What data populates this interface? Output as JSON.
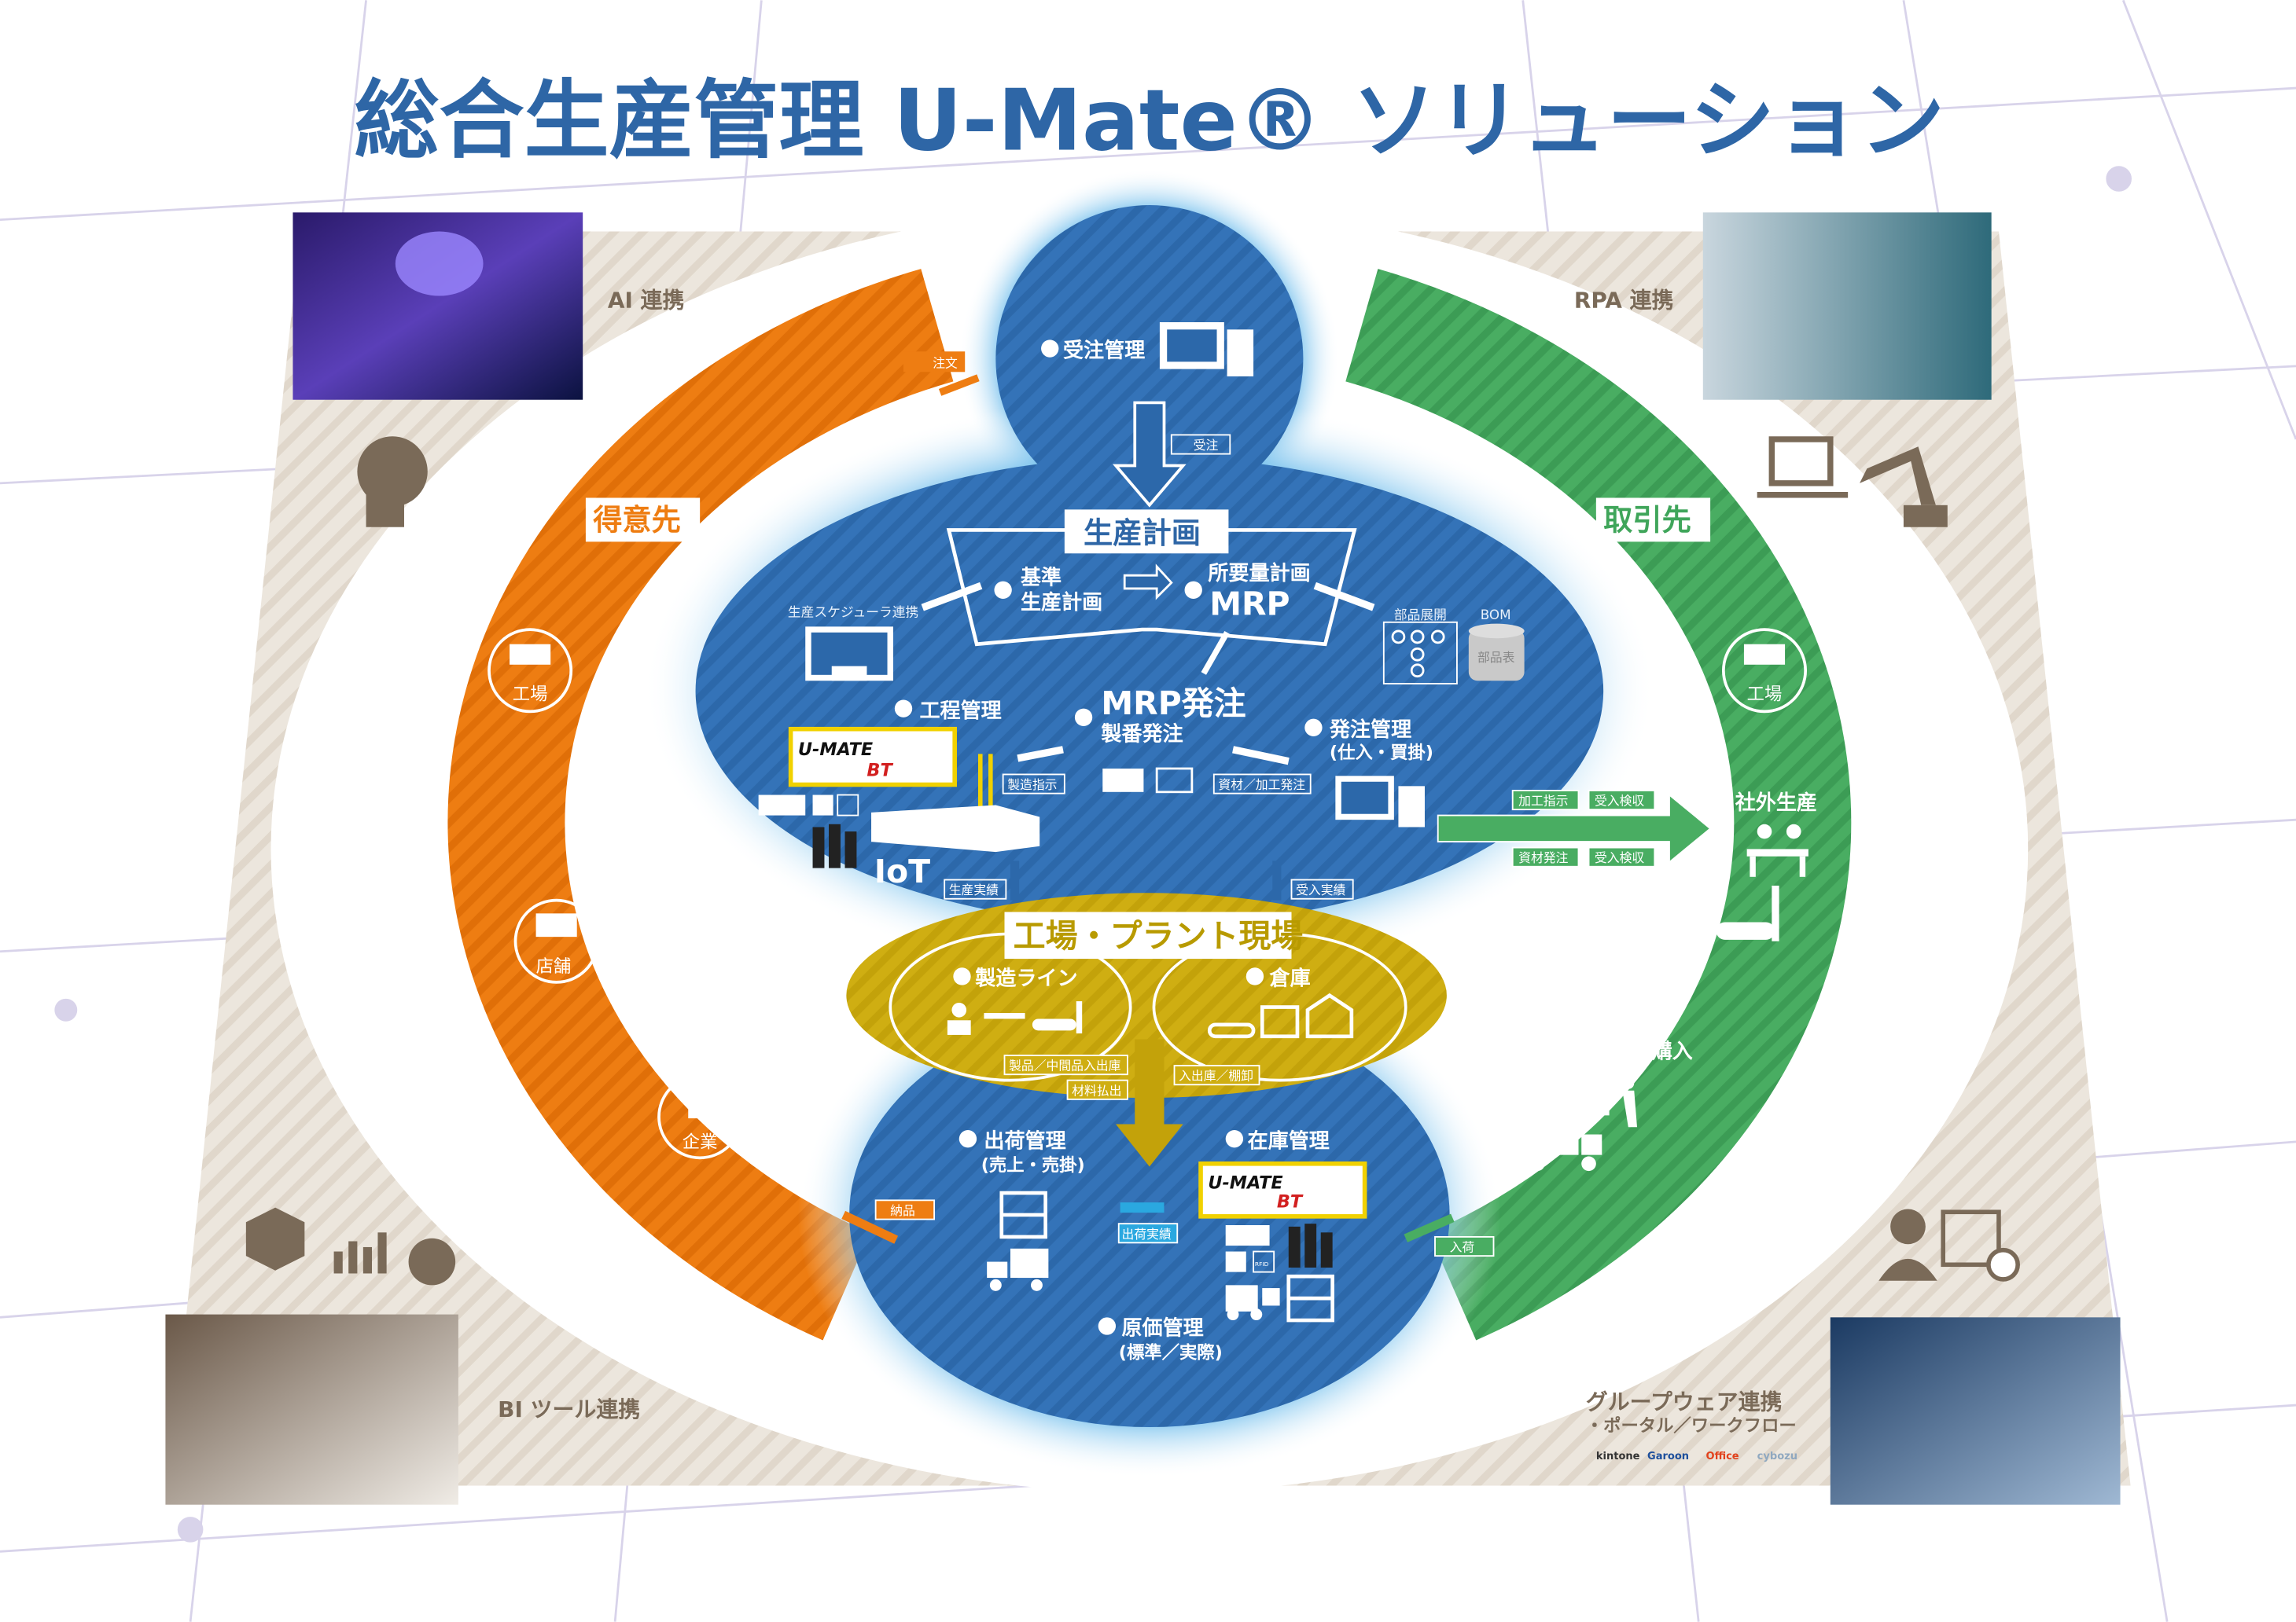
{
  "title": "総合生産管理 U-Mate® ソリューション",
  "corners": {
    "ai": "AI 連携",
    "rpa": "RPA 連携",
    "bi": "BI ツール連携",
    "groupware": "グループウェア連携",
    "groupware_sub": "・ポータル／ワークフロー",
    "groupware_logos": [
      "kintone",
      "Garoon",
      "Office",
      "cybozu"
    ]
  },
  "customers": {
    "label": "得意先",
    "items": [
      "工場",
      "店舗",
      "企業"
    ]
  },
  "suppliers": {
    "label": "取引先",
    "factory": "工場",
    "external_production": "社外生産",
    "material_purchase": "資材購入"
  },
  "order": {
    "title": "受注管理",
    "tag_in": "注文",
    "tag_out": "受注"
  },
  "planning": {
    "title": "生産計画",
    "basic_1": "基準",
    "basic_2": "生産計画",
    "mrp_1": "所要量計画",
    "mrp_2": "MRP",
    "scheduler": "生産スケジューラ連携",
    "parts": "部品展開",
    "bom": "BOM",
    "parts_table": "部品表"
  },
  "process": {
    "title": "工程管理",
    "iot": "IoT",
    "instruction_tag": "製造指示",
    "result_tag": "生産実績",
    "logo_1": "U-MATE",
    "logo_2": "BT"
  },
  "mrp_order": {
    "title_1": "MRP発注",
    "title_2": "製番発注",
    "tag": "資材／加工発注"
  },
  "purchase": {
    "title": "発注管理",
    "sub": "(仕入・買掛)",
    "receipt_tag": "受入実績"
  },
  "flow_tags": {
    "processing_instruction": "加工指示",
    "inspection_1": "受入検収",
    "material_order": "資材発注",
    "inspection_2": "受入検収"
  },
  "plant": {
    "title": "工場・プラント現場",
    "line": "製造ライン",
    "warehouse": "倉庫",
    "tag_products": "製品／中間品入出庫",
    "tag_materials": "材料払出",
    "tag_stock": "入出庫／棚卸"
  },
  "shipping": {
    "title": "出荷管理",
    "sub": "(売上・売掛)",
    "delivery_tag": "納品",
    "result_tag": "出荷実績"
  },
  "inventory": {
    "title": "在庫管理",
    "arrival_tag": "入荷",
    "rfid": "RFID"
  },
  "cost": {
    "title": "原価管理",
    "sub": "(標準／実際)"
  },
  "colors": {
    "blue": "#2f6db3",
    "orange": "#ee7d12",
    "green": "#3fa55a",
    "yellow": "#c8a810",
    "beige": "#e9e2d8"
  }
}
